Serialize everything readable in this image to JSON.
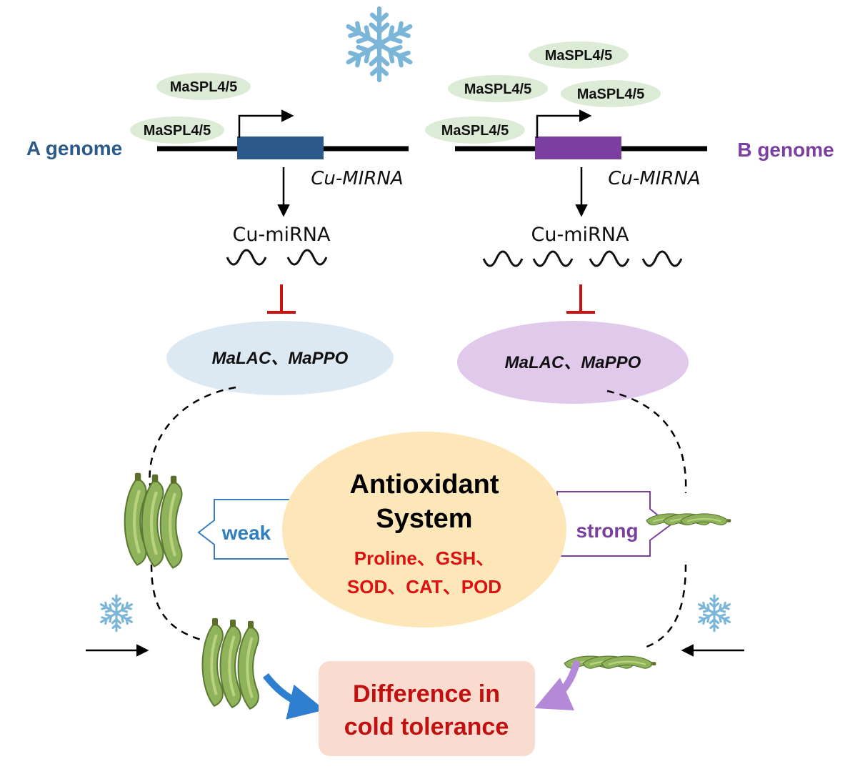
{
  "left": {
    "genome_label": "A genome",
    "tf_labels": [
      "MaSPL4/5",
      "MaSPL4/5"
    ],
    "gene_label": "Cu-MIRNA",
    "mirna_label": "Cu-miRNA",
    "targets_label": "MaLAC、MaPPO",
    "strength_label": "weak"
  },
  "right": {
    "genome_label": "B genome",
    "tf_labels": [
      "MaSPL4/5",
      "MaSPL4/5",
      "MaSPL4/5",
      "MaSPL4/5"
    ],
    "gene_label": "Cu-MIRNA",
    "mirna_label": "Cu-miRNA",
    "targets_label": "MaLAC、MaPPO",
    "strength_label": "strong"
  },
  "center": {
    "title_line1": "Antioxidant",
    "title_line2": "System",
    "compounds_line1": "Proline、GSH、",
    "compounds_line2": "SOD、CAT、POD"
  },
  "outcome": {
    "line1": "Difference in",
    "line2": "cold tolerance"
  },
  "colors": {
    "a_genome": "#2b5a8a",
    "b_genome": "#7b3fa0",
    "inhibit": "#cc1111",
    "compounds": "#dd1111",
    "outcome_text": "#c01010",
    "blue_arrow": "#2f7fd0",
    "purple_arrow": "#b48ad8"
  },
  "icons": [
    "snowflake-icon",
    "banana-bunch-icon"
  ]
}
